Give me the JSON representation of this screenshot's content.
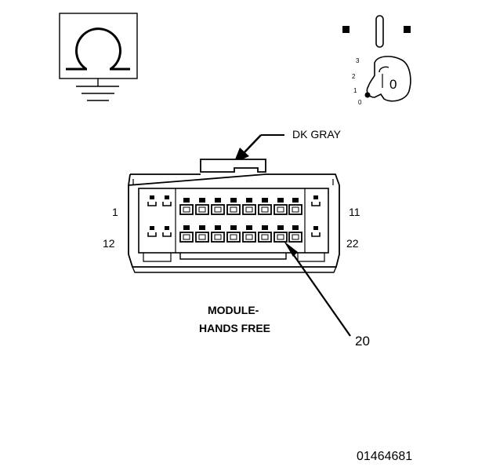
{
  "wire_color": "DK GRAY",
  "pin_left_top": "1",
  "pin_left_bottom": "12",
  "pin_right_top": "11",
  "pin_right_bottom": "22",
  "module": {
    "line1": "MODULE-",
    "line2": "HANDS FREE"
  },
  "callout_pin": "20",
  "figure_number": "01464681",
  "key_positions": [
    "3",
    "2",
    "1",
    "0"
  ],
  "key_label": "0",
  "icons": [
    "ohmmeter-ground-icon",
    "ignition-key-icon",
    "connector-icon"
  ],
  "colors": {
    "line": "#000000",
    "background": "#ffffff"
  }
}
